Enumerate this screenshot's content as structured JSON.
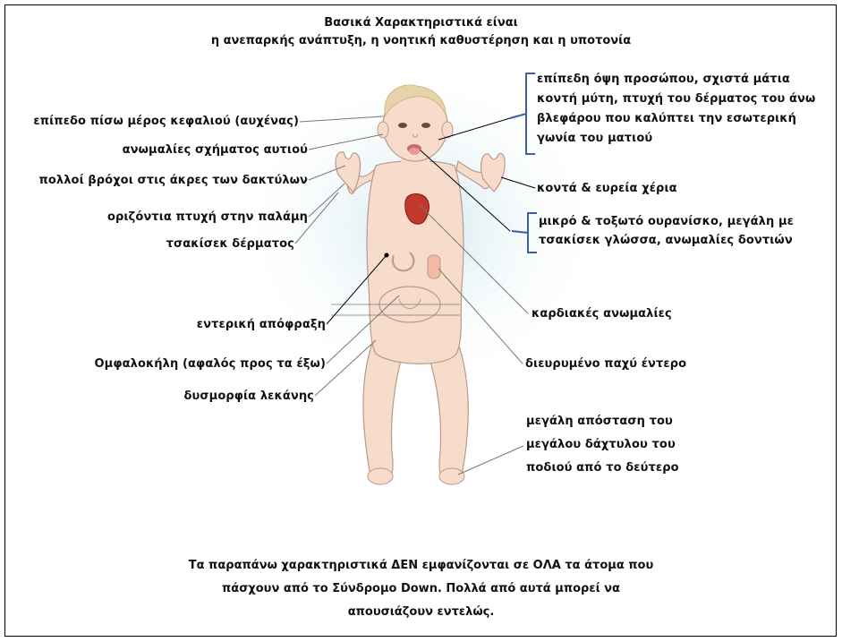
{
  "title": {
    "line1": "Βασικά Χαρακτηριστικά είναι",
    "line2": "η ανεπαρκής ανάπτυξη, η νοητική καθυστέρηση και η υποτονία"
  },
  "left_labels": {
    "flat_back_head": "επίπεδο πίσω μέρος κεφαλιού (αυχένας)",
    "ear_shape": "ανωμαλίες σχήματος αυτιού",
    "finger_loops": "πολλοί βρόχοι στις άκρες των δακτύλων",
    "palm_crease": "οριζόντια πτυχή στην παλάμη",
    "skin_folds": "τσακίσεκ δέρματος",
    "intestinal_blockage": "εντερική απόφραξη",
    "umbilical_hernia": "Ομφαλοκήλη (αφαλός προς τα έξω)",
    "pelvis_malformation": "δυσμορφία λεκάνης"
  },
  "right_labels": {
    "face_line1": "επίπεδη όψη προσώπου, σχιστά μάτια",
    "face_line2": "κοντή μύτη, πτυχή του δέρματος του άνω",
    "face_line3": "βλεφάρου που καλύπτει την εσωτερική",
    "face_line4": "γωνία του ματιού",
    "hands": "κοντά & ευρεία χέρια",
    "mouth_line1": "μικρό & τοξωτό ουρανίσκο, μεγάλη με",
    "mouth_line2": "τσακίσεκ γλώσσα, ανωμαλίες δοντιών",
    "heart": "καρδιακές ανωμαλίες",
    "colon": "διευρυμένο παχύ έντερο",
    "toe_line1": "μεγάλη απόσταση του",
    "toe_line2": "μεγάλου δάχτυλου του",
    "toe_line3": "ποδιού από το δεύτερο"
  },
  "footer": {
    "line1": "Τα παραπάνω χαρακτηριστικά  ΔΕΝ εμφανίζονται σε ΟΛΑ τα άτομα που",
    "line2": "πάσχουν από το Σύνδρομο Down. Πολλά από αυτά μπορεί να",
    "line3": "απουσιάζουν εντελώς."
  },
  "colors": {
    "skin": "#f7dccb",
    "outline": "#b89a8a",
    "heart": "#c0392b",
    "bracket": "#3b5fa8",
    "shadow": "#dff0f3"
  }
}
